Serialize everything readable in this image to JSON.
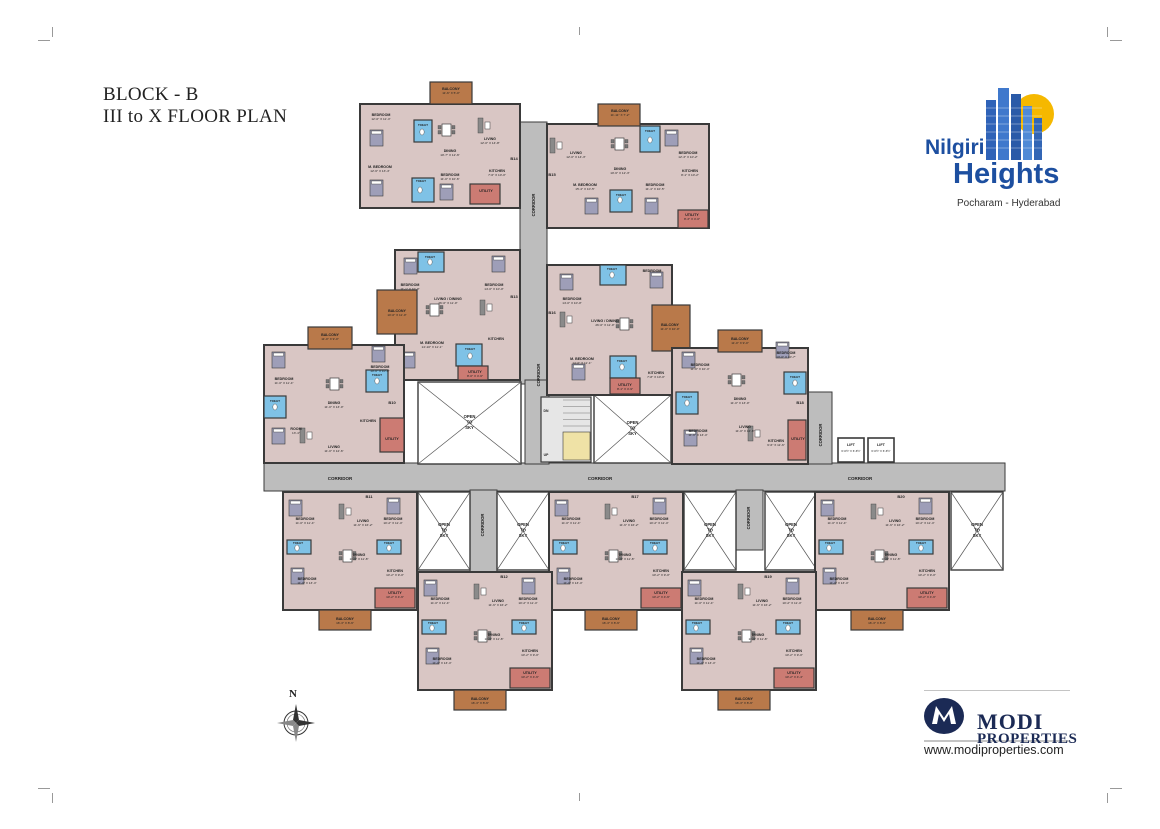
{
  "heading": {
    "block": "BLOCK - B",
    "floors": "III to X FLOOR PLAN"
  },
  "brand": {
    "name_line1": "Nilgiri",
    "name_line2": "Heights",
    "location": "Pocharam - Hyderabad",
    "icon": "building-skyline-sun-logo"
  },
  "developer": {
    "name_line1": "MODI",
    "name_line2": "PROPERTIES",
    "website": "www.modiproperties.com",
    "icon": "modi-properties-logo"
  },
  "compass": {
    "label": "N",
    "icon": "compass-rose-icon"
  },
  "corridor_label": "CORRIDOR",
  "open_to_sky_label": [
    "OPEN",
    "TO",
    "SKY"
  ],
  "lifts": [
    {
      "label": "LIFT",
      "size": "6'-6½\" X 6'-6½\""
    },
    {
      "label": "LIFT",
      "size": "6'-6½\" X 6'-6½\""
    }
  ],
  "units": {
    "b14": {
      "id": "B14",
      "rooms": [
        "BALCONY 11'-6\" X 5'-0\"",
        "BEDROOM 12'-0\" X 11'-4\"",
        "DINING 10'-7\" X 12'-6\"",
        "LIVING 12'-0\" X 14'-8\"",
        "M. BEDROOM 12'-6\" X 13'-4\"",
        "BEDROOM 11'-0\" X 10'-6\"",
        "KITCHEN 7'-6\" X 10'-0\"",
        "UTILITY"
      ]
    },
    "b15": {
      "id": "B15",
      "rooms": [
        "BALCONY 11'-11\" X 7'-2\"",
        "LIVING 12'-0\" X 14'-3\"",
        "DINING 10'-6\" X 12'-3\"",
        "BEDROOM 12'-3\" X 10'-2\"",
        "M. BEDROOM 15'-4\" X 10'-5\"",
        "BEDROOM 11'-4\" X 10'-5\"",
        "KITCHEN 8'-1\" X 10'-2\"",
        "UTILITY 8'-3\" X 4'-0\""
      ]
    },
    "b13": {
      "id": "B13",
      "rooms": [
        "BEDROOM 11'-1\" X 10'-0\"",
        "BEDROOM 14'-0\" X 10'-0\"",
        "LIVING / DINING 26'-0\" X 11'-0\"",
        "BALCONY 10'-0\" X 11'-0\"",
        "M. BEDROOM 14'-10\" X 11'-1\"",
        "KITCHEN",
        "UTILITY 8'-0\" X 4'-6\""
      ]
    },
    "b16": {
      "id": "B16",
      "rooms": [
        "BEDROOM 14'-0\" X 10'-0\"",
        "BEDROOM",
        "LIVING / DINING 26'-0\" X 11'-0\"",
        "BALCONY 11'-0\" X 10'-0\"",
        "M. BEDROOM 14'-6\" X 11'-1\"",
        "KITCHEN 7'-8\" X 10'-0\"",
        "UTILITY 8'-1\" X 4'-9\""
      ]
    },
    "b10": {
      "id": "B10",
      "rooms": [
        "BALCONY 11'-0\" X 9'-0\"",
        "BEDROOM 11'-0\" X 11'-4\"",
        "BEDROOM 10'-0\" X 10'-0\"",
        "DINING 11'-0\" X 13'-0\"",
        "ROOM 13'-4\"",
        "LIVING 11'-0\" X 12'-6\"",
        "KITCHEN",
        "UTILITY"
      ]
    },
    "b18": {
      "id": "B18",
      "rooms": [
        "BALCONY 11'-0\" X 9'-0\"",
        "BEDROOM 11'-0\" X 10'-4\"",
        "BEDROOM 10'-0\" X 10'-7\"",
        "DINING 11'-0\" X 13'-0\"",
        "BEDROOM 11'-0\" X 13'-4\"",
        "LIVING 11'-0\" X 12'-6\"",
        "KITCHEN 6'-6\" X 11'-6\"",
        "UTILITY"
      ]
    },
    "b11": {
      "id": "B11",
      "rooms": [
        "BEDROOM 11'-0\" X 11'-4\"",
        "BEDROOM 10'-2\" X 11'-4\"",
        "LIVING 11'-6\" X 16'-2\"",
        "DINING 11'-6\" X 11'-8\"",
        "BEDROOM 11'-0\" X 13'-4\"",
        "KITCHEN 10'-2\" X 9'-0\"",
        "UTILITY 10'-2\" X 4'-6\"",
        "BALCONY 16'-3\" X 8'-6\""
      ]
    },
    "b12": {
      "id": "B12",
      "rooms": [
        "BEDROOM 11'-0\" X 11'-4\"",
        "BEDROOM 10'-2\" X 11'-4\"",
        "LIVING 11'-6\" X 16'-2\"",
        "DINING 11'-6\" X 11'-8\"",
        "BEDROOM 11'-0\" X 13'-4\"",
        "KITCHEN 10'-2\" X 9'-0\"",
        "UTILITY 10'-2\" X 4'-6\"",
        "BALCONY 16'-3\" X 8'-6\""
      ]
    },
    "b17": {
      "id": "B17",
      "rooms": [
        "BEDROOM 11'-0\" X 11'-4\"",
        "BEDROOM 10'-2\" X 11'-4\"",
        "LIVING 11'-6\" X 16'-2\"",
        "DINING 11'-6\" X 11'-8\"",
        "BEDROOM 11'-0\" X 13'-4\"",
        "KITCHEN 10'-2\" X 9'-0\"",
        "UTILITY 10'-2\" X 4'-6\"",
        "BALCONY 16'-3\" X 8'-6\""
      ]
    },
    "b19": {
      "id": "B19",
      "rooms": [
        "BEDROOM 11'-0\" X 11'-4\"",
        "BEDROOM 10'-2\" X 11'-4\"",
        "LIVING 11'-6\" X 16'-2\"",
        "DINING 11'-6\" X 11'-8\"",
        "BEDROOM 11'-0\" X 13'-4\"",
        "KITCHEN 10'-2\" X 9'-0\"",
        "UTILITY 10'-2\" X 4'-4\"",
        "BALCONY 16'-3\" X 8'-6\""
      ]
    },
    "b20": {
      "id": "B20",
      "rooms": [
        "BEDROOM 11'-0\" X 11'-4\"",
        "BEDROOM 10'-2\" X 11'-4\"",
        "LIVING 11'-6\" X 16'-2\"",
        "DINING 11'-6\" X 11'-8\"",
        "BEDROOM 11'-0\" X 13'-4\"",
        "KITCHEN 10'-2\" X 9'-0\"",
        "UTILITY 10'-2\" X 4'-6\"",
        "BALCONY 16'-3\" X 8'-6\""
      ]
    }
  },
  "room_words": {
    "bedroom": "BEDROOM",
    "m_bedroom": "M. BEDROOM",
    "living": "LIVING",
    "dining": "DINING",
    "living_dining": "LIVING / DINING",
    "kitchen": "KITCHEN",
    "utility": "UTILITY",
    "balcony": "BALCONY",
    "toilet": "TOILET",
    "dn": "DN",
    "up": "UP"
  },
  "colors": {
    "wall": "#3a3a3a",
    "floor": "#d9c6c4",
    "balcony": "#b9794a",
    "utility": "#cc7b73",
    "toilet": "#7fc2e6",
    "corridor": "#bdbdbd",
    "brand_blue": "#1d4fa0",
    "sun": "#f5b800"
  }
}
